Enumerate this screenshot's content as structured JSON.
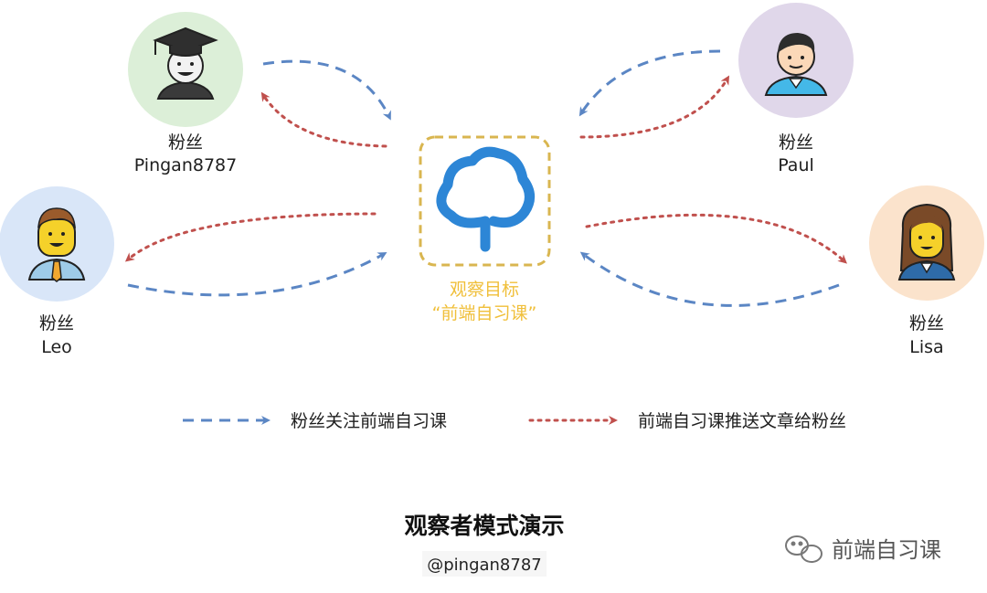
{
  "fans": [
    {
      "id": "pingan",
      "role": "粉丝",
      "name": "Pingan8787",
      "avatar": "graduate-avatar-icon",
      "bg": "#dcefd8"
    },
    {
      "id": "paul",
      "role": "粉丝",
      "name": "Paul",
      "avatar": "man-avatar-icon",
      "bg": "#e0d7ea"
    },
    {
      "id": "leo",
      "role": "粉丝",
      "name": "Leo",
      "avatar": "businessman-avatar-icon",
      "bg": "#d9e6f8"
    },
    {
      "id": "lisa",
      "role": "粉丝",
      "name": "Lisa",
      "avatar": "woman-avatar-icon",
      "bg": "#fbe3cc"
    }
  ],
  "target": {
    "line1": "观察目标",
    "line2": "“前端自习课”",
    "icon": "cloud-tree-logo-icon",
    "border_color": "#d9b650",
    "label_color": "#f0bf3a"
  },
  "legend": {
    "follow": "粉丝关注前端自习课",
    "push": "前端自习课推送文章给粉丝",
    "follow_color": "#5b86c4",
    "push_color": "#c0504d"
  },
  "title": "观察者模式演示",
  "handle": "@pingan8787",
  "watermark": "前端自习课",
  "watermark_icon": "wechat-icon"
}
